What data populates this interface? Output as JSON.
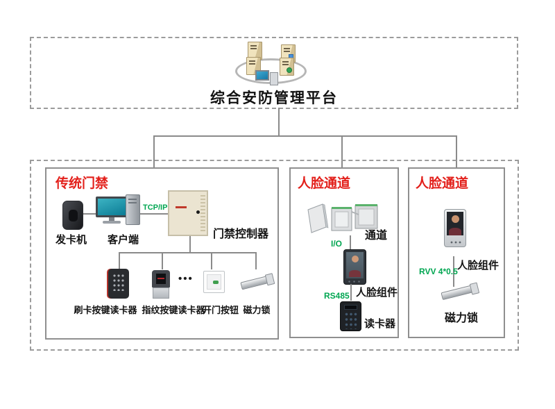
{
  "platform": {
    "title": "综合安防管理平台"
  },
  "legacy_access": {
    "title": "传统门禁",
    "card_issuer": "发卡机",
    "client": "客户端",
    "link_tcpip": "TCP/IP",
    "controller": "门禁控制器",
    "ellipsis": "•••",
    "devices": [
      "刷卡按键读卡器",
      "指纹按键读卡器",
      "开门按钮",
      "磁力锁"
    ]
  },
  "face_lane_1": {
    "title": "人脸通道",
    "gate": "通道",
    "link_io": "I/O",
    "face_unit": "人脸组件",
    "link_rs485": "RS485",
    "reader": "读卡器"
  },
  "face_lane_2": {
    "title": "人脸通道",
    "face_unit": "人脸组件",
    "link_cable": "RVV 4*0.5",
    "lock": "磁力锁"
  },
  "colors": {
    "title_red": "#e3201b",
    "link_green": "#00a651",
    "line_gray": "#8a8a8a"
  }
}
